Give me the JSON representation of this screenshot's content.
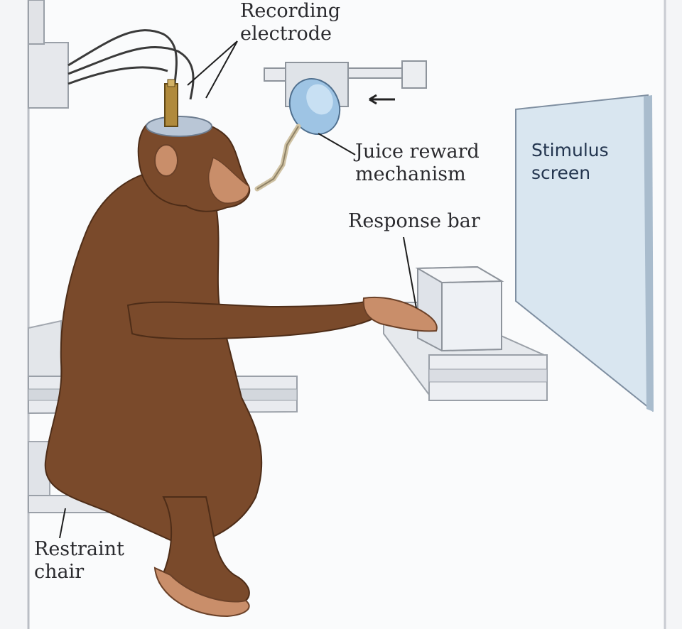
{
  "labels": {
    "recording_electrode": [
      "Recording",
      "electrode"
    ],
    "juice_reward": [
      "Juice reward",
      "mechanism"
    ],
    "stimulus_screen": [
      "Stimulus",
      "screen"
    ],
    "response_bar": "Response bar",
    "restraint_chair": [
      "Restraint",
      "chair"
    ]
  },
  "colors": {
    "fur": "#7a4a2b",
    "fur_dark": "#4e2d18",
    "skin": "#c98e6a",
    "metal": "#e3e6ea",
    "screen": "#d9e6f0",
    "label_text": "#2a2a2e"
  }
}
